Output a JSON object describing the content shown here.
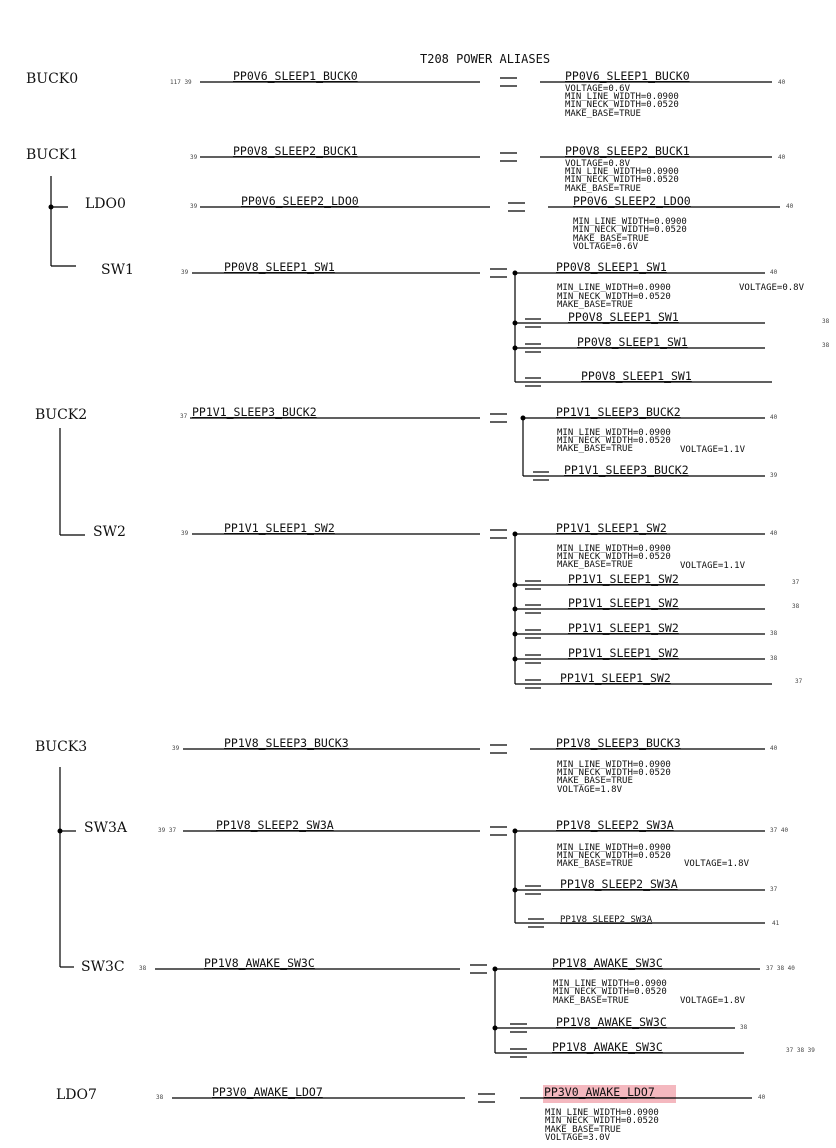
{
  "title": "T208 POWER ALIASES",
  "rails": {
    "buck0": "BUCK0",
    "buck1": "BUCK1",
    "ldo0": "LDO0",
    "sw1": "SW1",
    "buck2": "BUCK2",
    "sw2": "SW2",
    "buck3": "BUCK3",
    "sw3a": "SW3A",
    "sw3c": "SW3C",
    "ldo7": "LDO7"
  },
  "nets": {
    "buck0_src": "PP0V6_SLEEP1_BUCK0",
    "buck0_dst": "PP0V6_SLEEP1_BUCK0",
    "buck1_src": "PP0V8_SLEEP2_BUCK1",
    "buck1_dst": "PP0V8_SLEEP2_BUCK1",
    "ldo0_src": "PP0V6_SLEEP2_LDO0",
    "ldo0_dst": "PP0V6_SLEEP2_LDO0",
    "sw1_src": "PP0V8_SLEEP1_SW1",
    "sw1_dst": "PP0V8_SLEEP1_SW1",
    "sw1_b1": "PP0V8_SLEEP1_SW1",
    "sw1_b2": "PP0V8_SLEEP1_SW1",
    "sw1_b3": "PP0V8_SLEEP1_SW1",
    "buck2_src": "PP1V1_SLEEP3_BUCK2",
    "buck2_dst": "PP1V1_SLEEP3_BUCK2",
    "buck2_b1": "PP1V1_SLEEP3_BUCK2",
    "sw2_src": "PP1V1_SLEEP1_SW2",
    "sw2_dst": "PP1V1_SLEEP1_SW2",
    "sw2_b1": "PP1V1_SLEEP1_SW2",
    "sw2_b2": "PP1V1_SLEEP1_SW2",
    "sw2_b3": "PP1V1_SLEEP1_SW2",
    "sw2_b4": "PP1V1_SLEEP1_SW2",
    "sw2_b5": "PP1V1_SLEEP1_SW2",
    "buck3_src": "PP1V8_SLEEP3_BUCK3",
    "buck3_dst": "PP1V8_SLEEP3_BUCK3",
    "sw3a_src": "PP1V8_SLEEP2_SW3A",
    "sw3a_dst": "PP1V8_SLEEP2_SW3A",
    "sw3a_b1": "PP1V8_SLEEP2_SW3A",
    "sw3a_b2": "PP1V8_SLEEP2_SW3A",
    "sw3c_src": "PP1V8_AWAKE_SW3C",
    "sw3c_dst": "PP1V8_AWAKE_SW3C",
    "sw3c_b1": "PP1V8_AWAKE_SW3C",
    "sw3c_b2": "PP1V8_AWAKE_SW3C",
    "ldo7_src": "PP3V0_AWAKE_LDO7",
    "ldo7_dst": "PP3V0_AWAKE_LDO7"
  },
  "props": {
    "buck0": [
      "VOLTAGE=0.6V",
      "MIN_LINE_WIDTH=0.0900",
      "MIN_NECK_WIDTH=0.0520",
      "MAKE_BASE=TRUE"
    ],
    "buck1": [
      "VOLTAGE=0.8V",
      "MIN_LINE_WIDTH=0.0900",
      "MIN_NECK_WIDTH=0.0520",
      "MAKE_BASE=TRUE"
    ],
    "ldo0": [
      "MIN_LINE_WIDTH=0.0900",
      "MIN_NECK_WIDTH=0.0520",
      "MAKE_BASE=TRUE",
      "VOLTAGE=0.6V"
    ],
    "sw1": [
      "MIN_LINE_WIDTH=0.0900",
      "MIN_NECK_WIDTH=0.0520",
      "MAKE_BASE=TRUE"
    ],
    "sw1_voltage": "VOLTAGE=0.8V",
    "buck2": [
      "MIN_LINE_WIDTH=0.0900",
      "MIN_NECK_WIDTH=0.0520",
      "MAKE_BASE=TRUE"
    ],
    "buck2_voltage": "VOLTAGE=1.1V",
    "sw2": [
      "MIN_LINE_WIDTH=0.0900",
      "MIN_NECK_WIDTH=0.0520",
      "MAKE_BASE=TRUE"
    ],
    "sw2_voltage": "VOLTAGE=1.1V",
    "buck3": [
      "MIN_LINE_WIDTH=0.0900",
      "MIN_NECK_WIDTH=0.0520",
      "MAKE_BASE=TRUE",
      "VOLTAGE=1.8V"
    ],
    "sw3a": [
      "MIN_LINE_WIDTH=0.0900",
      "MIN_NECK_WIDTH=0.0520",
      "MAKE_BASE=TRUE"
    ],
    "sw3a_voltage": "VOLTAGE=1.8V",
    "sw3c": [
      "MIN_LINE_WIDTH=0.0900",
      "MIN_NECK_WIDTH=0.0520",
      "MAKE_BASE=TRUE"
    ],
    "sw3c_voltage": "VOLTAGE=1.8V",
    "ldo7": [
      "MIN_LINE_WIDTH=0.0900",
      "MIN_NECK_WIDTH=0.0520",
      "MAKE_BASE=TRUE",
      "VOLTAGE=3.0V"
    ]
  },
  "refs": {
    "buck0_in": "117 39",
    "buck0_out": "40",
    "buck1_in": "39",
    "buck1_out": "40",
    "ldo0_in": "39",
    "ldo0_out": "40",
    "sw1_in": "39",
    "sw1_out": "40",
    "sw1_b1": "38",
    "sw1_b2": "38",
    "buck2_in": "37",
    "buck2_out": "40",
    "buck2_b1": "39",
    "sw2_in": "39",
    "sw2_out": "40",
    "sw2_b1": "37",
    "sw2_b2": "38",
    "sw2_b3": "38",
    "sw2_b4": "38",
    "sw2_b5": "37",
    "buck3_in": "39",
    "buck3_out": "40",
    "sw3a_in": "39 37",
    "sw3a_out": "37 40",
    "sw3a_b1": "37",
    "sw3a_b2": "41",
    "sw3c_in": "38",
    "sw3c_out": "37 38 40",
    "sw3c_b1": "38",
    "sw3c_b2": "37 38 39",
    "ldo7_in": "38",
    "ldo7_out": "40"
  },
  "colors": {
    "highlight": "#f4b8bf",
    "wire": "#000000"
  }
}
